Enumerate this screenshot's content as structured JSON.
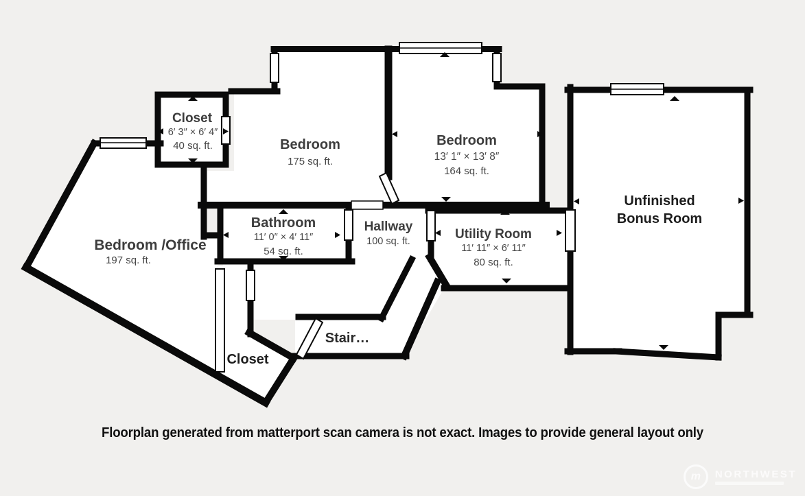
{
  "colors": {
    "background": "#f1f0ee",
    "wall": "#0a0a0a",
    "room_fill": "#ffffff",
    "label_text": "#3d3d3d"
  },
  "rooms": {
    "closet_top": {
      "name": "Closet",
      "dims": "6′ 3″ × 6′ 4″",
      "area": "40 sq. ft."
    },
    "bedroom_left": {
      "name": "Bedroom",
      "area": "175 sq. ft."
    },
    "bedroom_right": {
      "name": "Bedroom",
      "dims": "13′ 1″ × 13′ 8″",
      "area": "164 sq. ft."
    },
    "bedroom_office": {
      "name": "Bedroom /Office",
      "area": "197 sq. ft."
    },
    "bathroom": {
      "name": "Bathroom",
      "dims": "11′ 0″ × 4′ 11″",
      "area": "54 sq. ft."
    },
    "hallway": {
      "name": "Hallway",
      "area": "100 sq. ft."
    },
    "utility": {
      "name": "Utility Room",
      "dims": "11′ 11″ × 6′ 11″",
      "area": "80 sq. ft."
    },
    "bonus": {
      "line1": "Unfinished",
      "line2": "Bonus Room"
    },
    "stair": {
      "name": "Stair…"
    },
    "closet_bottom": {
      "name": "Closet"
    }
  },
  "footer": {
    "disclaimer": "Floorplan generated from matterport scan camera is not exact. Images to provide general layout only"
  },
  "watermark": {
    "brand": "NORTHWEST"
  }
}
